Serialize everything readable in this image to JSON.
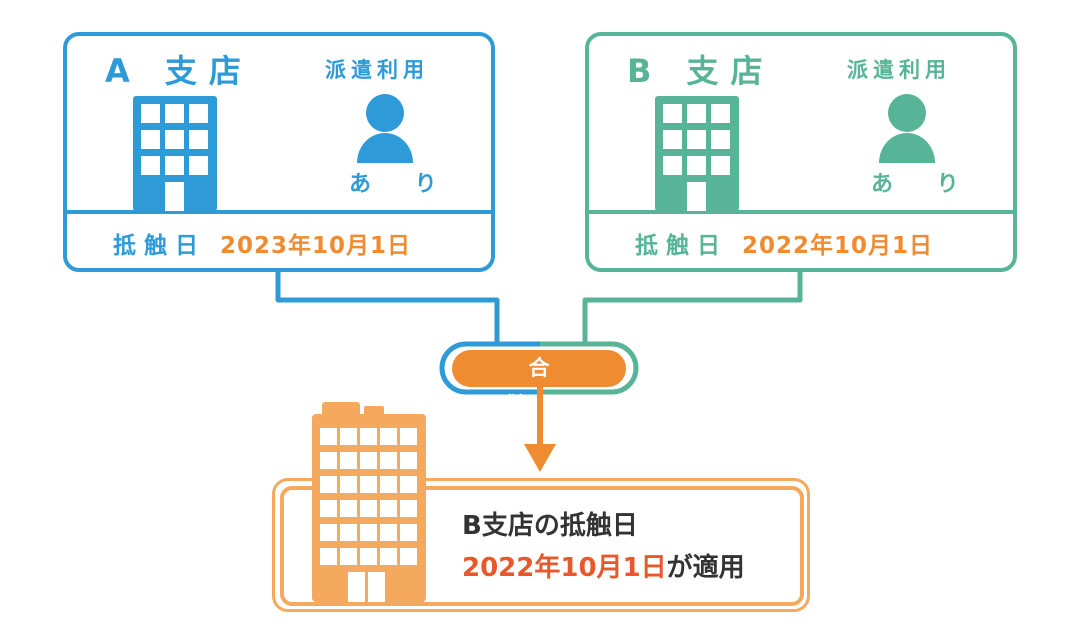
{
  "colors": {
    "branch_a": "#2e9bd8",
    "branch_b": "#57b496",
    "accent": "#ef8b30",
    "result": "#f5a95e",
    "highlight": "#e8582a"
  },
  "branch_a": {
    "title": "A 支店",
    "usage_label": "派遣利用",
    "usage_value": "あ り",
    "date_label": "抵触日",
    "date": "2023年10月1日"
  },
  "branch_b": {
    "title": "B 支店",
    "usage_label": "派遣利用",
    "usage_value": "あ り",
    "date_label": "抵触日",
    "date": "2022年10月1日"
  },
  "merge": {
    "label": "合併"
  },
  "result": {
    "line1": "B支店の抵触日",
    "date": "2022年10月1日",
    "suffix": "が適用"
  }
}
